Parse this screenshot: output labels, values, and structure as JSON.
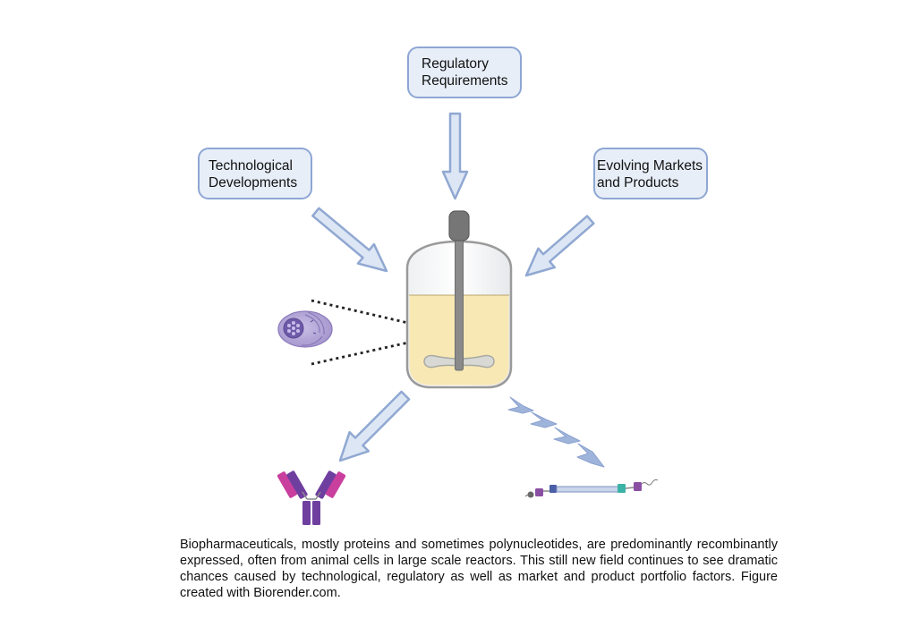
{
  "boxes": {
    "regulatory": [
      "Regulatory",
      "Requirements"
    ],
    "technological": [
      "Technological",
      "Developments"
    ],
    "markets": [
      "Evolving Markets",
      "and Products"
    ]
  },
  "caption": "Biopharmaceuticals, mostly proteins and sometimes polynucleotides, are predominantly recombinantly expressed, often from animal cells in large scale reactors. This still new field continues to see dramatic chances caused by technological, regulatory as well as market and product portfolio factors. Figure created with Biorender.com.",
  "colors": {
    "arrow_fill": "#dde6f4",
    "arrow_stroke": "#90a8d2",
    "liquid": "#f8e8b4",
    "antibody_light": "#c93f9e",
    "antibody_heavy": "#6f3fa0",
    "cell": "#a495cc"
  }
}
